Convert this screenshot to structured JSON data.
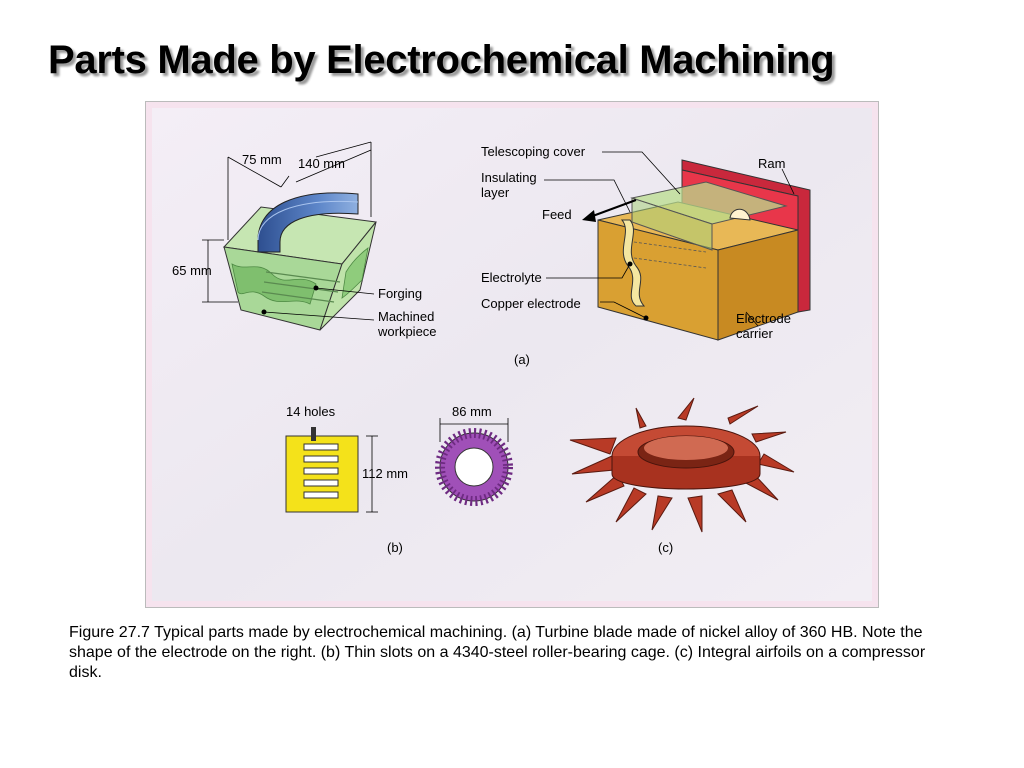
{
  "slide": {
    "title": "Parts Made by Electrochemical Machining"
  },
  "figure": {
    "part_a": {
      "dim_width": "75 mm",
      "dim_length": "140 mm",
      "dim_height": "65 mm",
      "label_forging": "Forging",
      "label_machined_1": "Machined",
      "label_machined_2": "workpiece",
      "label_telescoping_cover": "Telescoping cover",
      "label_insulating_1": "Insulating",
      "label_insulating_2": "layer",
      "label_feed": "Feed",
      "label_ram": "Ram",
      "label_electrolyte": "Electrolyte",
      "label_copper_electrode": "Copper electrode",
      "label_electrode_carrier_1": "Electrode",
      "label_electrode_carrier_2": "carrier",
      "caption_letter": "(a)"
    },
    "part_b": {
      "label_holes": "14 holes",
      "dim_diameter": "86 mm",
      "dim_height": "112 mm",
      "caption_letter": "(b)"
    },
    "part_c": {
      "caption_letter": "(c)"
    }
  },
  "caption": {
    "text": "Figure 27.7  Typical parts made by electrochemical machining.  (a)  Turbine blade made of nickel alloy of 360 HB.  Note the shape of the electrode on the right.  (b)  Thin slots on a 4340-steel roller-bearing cage.  (c)  Integral airfoils on a compressor disk."
  },
  "colors": {
    "workpiece_green": "#b5dca0",
    "forging_dark_green": "#7fbf6e",
    "blade_blue": "#4a72b8",
    "carrier_gold": "#d9a032",
    "ram_red": "#e8364a",
    "cage_yellow": "#f4e21a",
    "ring_purple": "#a050b8",
    "disk_red": "#b83a26"
  }
}
